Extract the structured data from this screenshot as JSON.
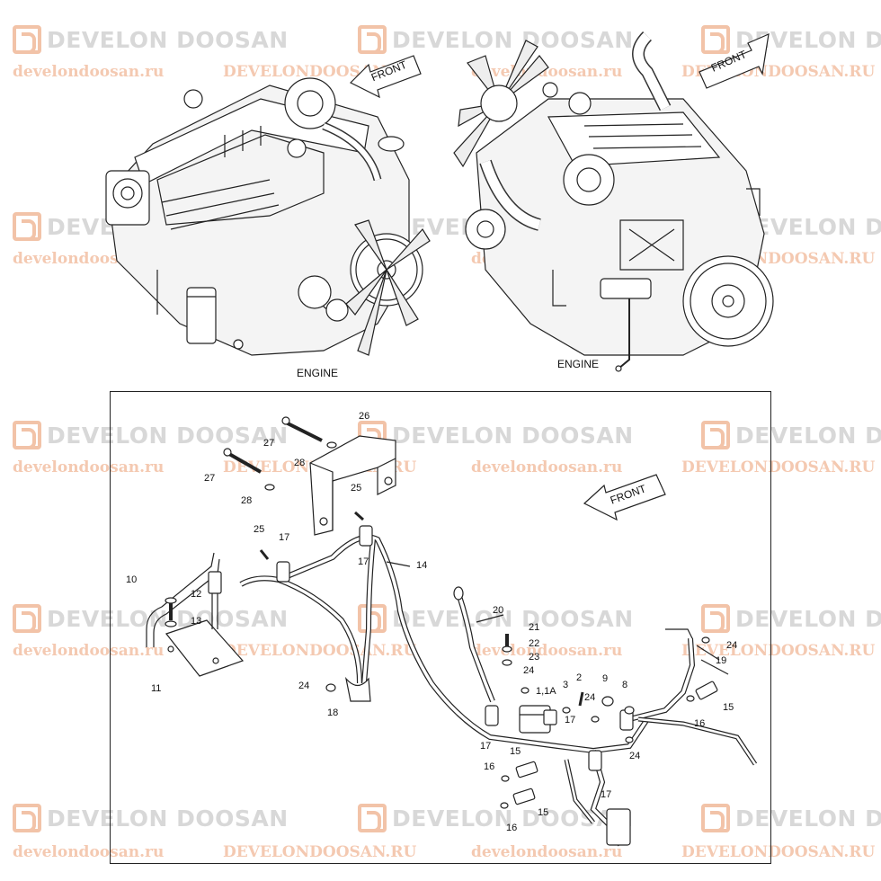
{
  "watermark": {
    "logo_text": "DEVELON DOOSAN",
    "url_lower": "develondoosan.ru",
    "url_upper": "DEVELONDOOSAN.RU",
    "logo_color": "#d8d8d8",
    "url_color": "#f4c9b1"
  },
  "views": {
    "left_caption": "ENGINE",
    "right_caption": "ENGINE",
    "front_label": "FRONT"
  },
  "callouts": {
    "c1": "1,1A",
    "c2": "2",
    "c3": "3",
    "c8": "8",
    "c9": "9",
    "c10": "10",
    "c11": "11",
    "c12": "12",
    "c13": "13",
    "c14": "14",
    "c15": "15",
    "c16": "16",
    "c17": "17",
    "c18": "18",
    "c19": "19",
    "c20": "20",
    "c21": "21",
    "c22": "22",
    "c23": "23",
    "c24": "24",
    "c25": "25",
    "c26": "26",
    "c27": "27",
    "c28": "28"
  }
}
